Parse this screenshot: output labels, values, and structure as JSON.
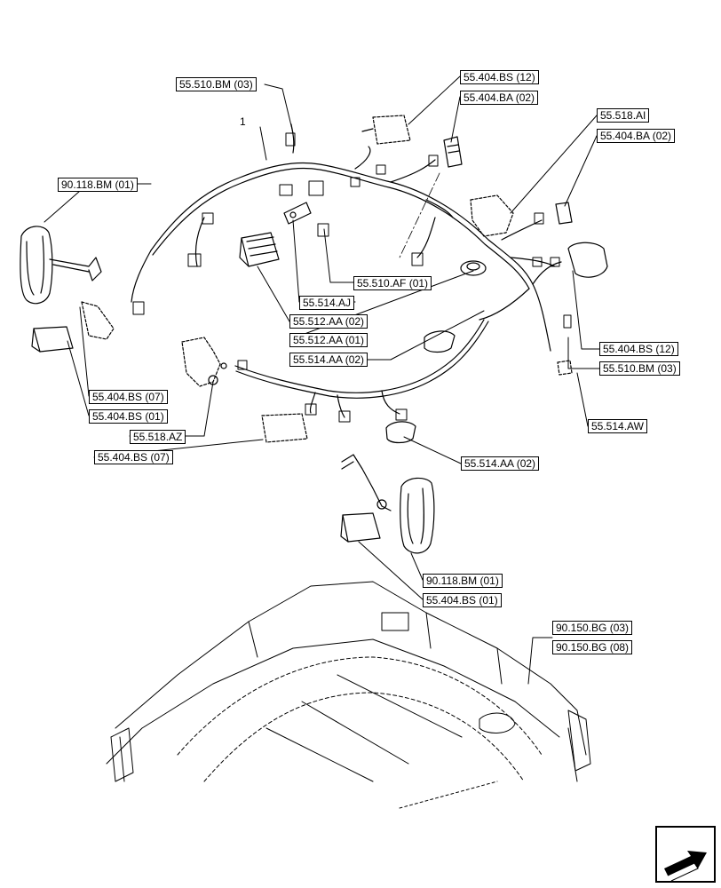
{
  "diagram": {
    "item_number": "1",
    "labels": [
      {
        "id": "l1",
        "text": "55.510.BM (03)"
      },
      {
        "id": "l2",
        "text": "55.404.BS (12)"
      },
      {
        "id": "l3",
        "text": "55.404.BA (02)"
      },
      {
        "id": "l4",
        "text": "55.518.AI"
      },
      {
        "id": "l5",
        "text": "55.404.BA (02)"
      },
      {
        "id": "l6",
        "text": "90.118.BM (01)"
      },
      {
        "id": "l7",
        "text": "55.510.AF (01)"
      },
      {
        "id": "l8",
        "text": "55.514.AJ"
      },
      {
        "id": "l9",
        "text": "55.512.AA (02)"
      },
      {
        "id": "l10",
        "text": "55.512.AA (01)"
      },
      {
        "id": "l11",
        "text": "55.514.AA (02)"
      },
      {
        "id": "l12",
        "text": "55.404.BS (12)"
      },
      {
        "id": "l13",
        "text": "55.510.BM (03)"
      },
      {
        "id": "l14",
        "text": "55.404.BS (07)"
      },
      {
        "id": "l15",
        "text": "55.404.BS (01)"
      },
      {
        "id": "l16",
        "text": "55.518.AZ"
      },
      {
        "id": "l17",
        "text": "55.404.BS (07)"
      },
      {
        "id": "l18",
        "text": "55.514.AW"
      },
      {
        "id": "l19",
        "text": "55.514.AA (02)"
      },
      {
        "id": "l20",
        "text": "90.118.BM (01)"
      },
      {
        "id": "l21",
        "text": "55.404.BS (01)"
      },
      {
        "id": "l22",
        "text": "90.150.BG (03)"
      },
      {
        "id": "l23",
        "text": "90.150.BG (08)"
      }
    ],
    "nav_icon": "next-page-arrow-icon"
  }
}
